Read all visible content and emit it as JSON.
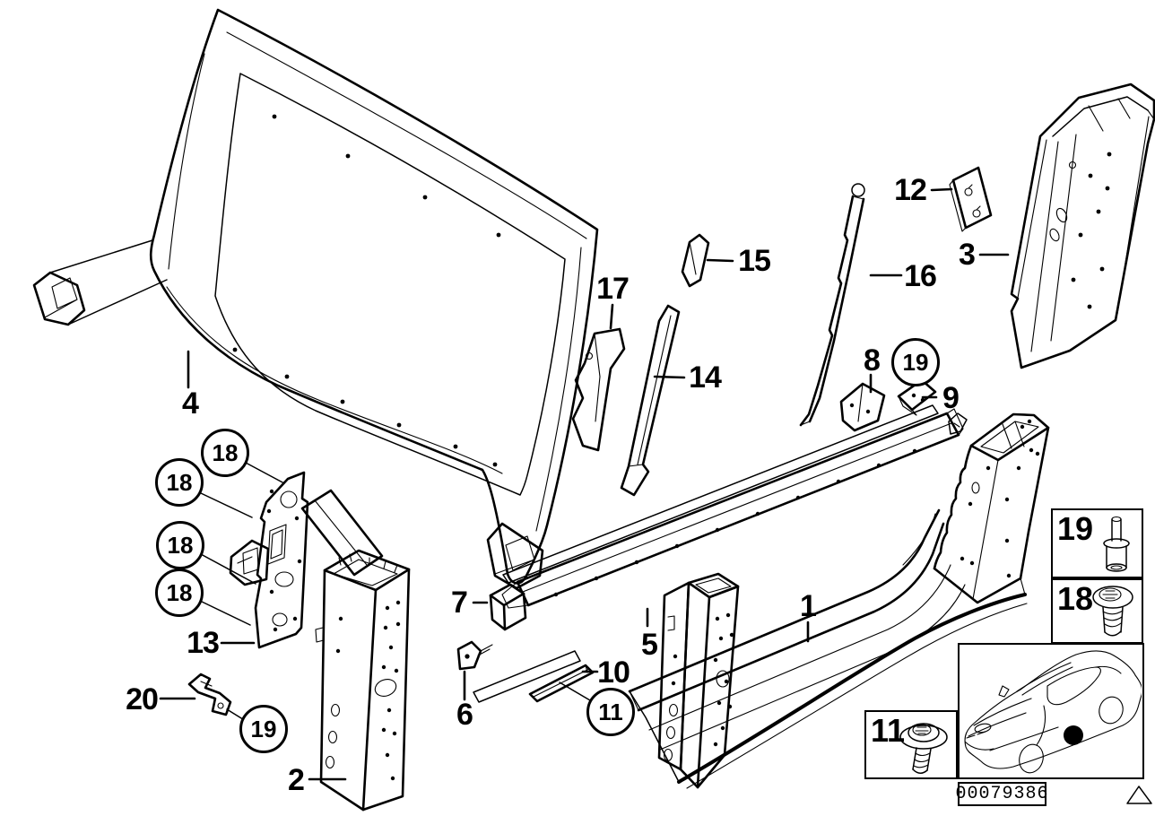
{
  "colors": {
    "line": "#000000",
    "background": "#ffffff",
    "location_marker": "#000000"
  },
  "callouts": {
    "c1": "1",
    "c2": "2",
    "c3": "3",
    "c4": "4",
    "c5": "5",
    "c6": "6",
    "c7": "7",
    "c8": "8",
    "c9": "9",
    "c10": "10",
    "c12": "12",
    "c13": "13",
    "c14": "14",
    "c15": "15",
    "c16": "16",
    "c17": "17",
    "c20": "20"
  },
  "circled": {
    "c11": "11",
    "c18": "18",
    "c19": "19"
  },
  "legend": {
    "rivet_label": "19",
    "torx_screw_label": "18",
    "washer_screw_label": "11"
  },
  "footer": {
    "image_number": "00079386"
  }
}
